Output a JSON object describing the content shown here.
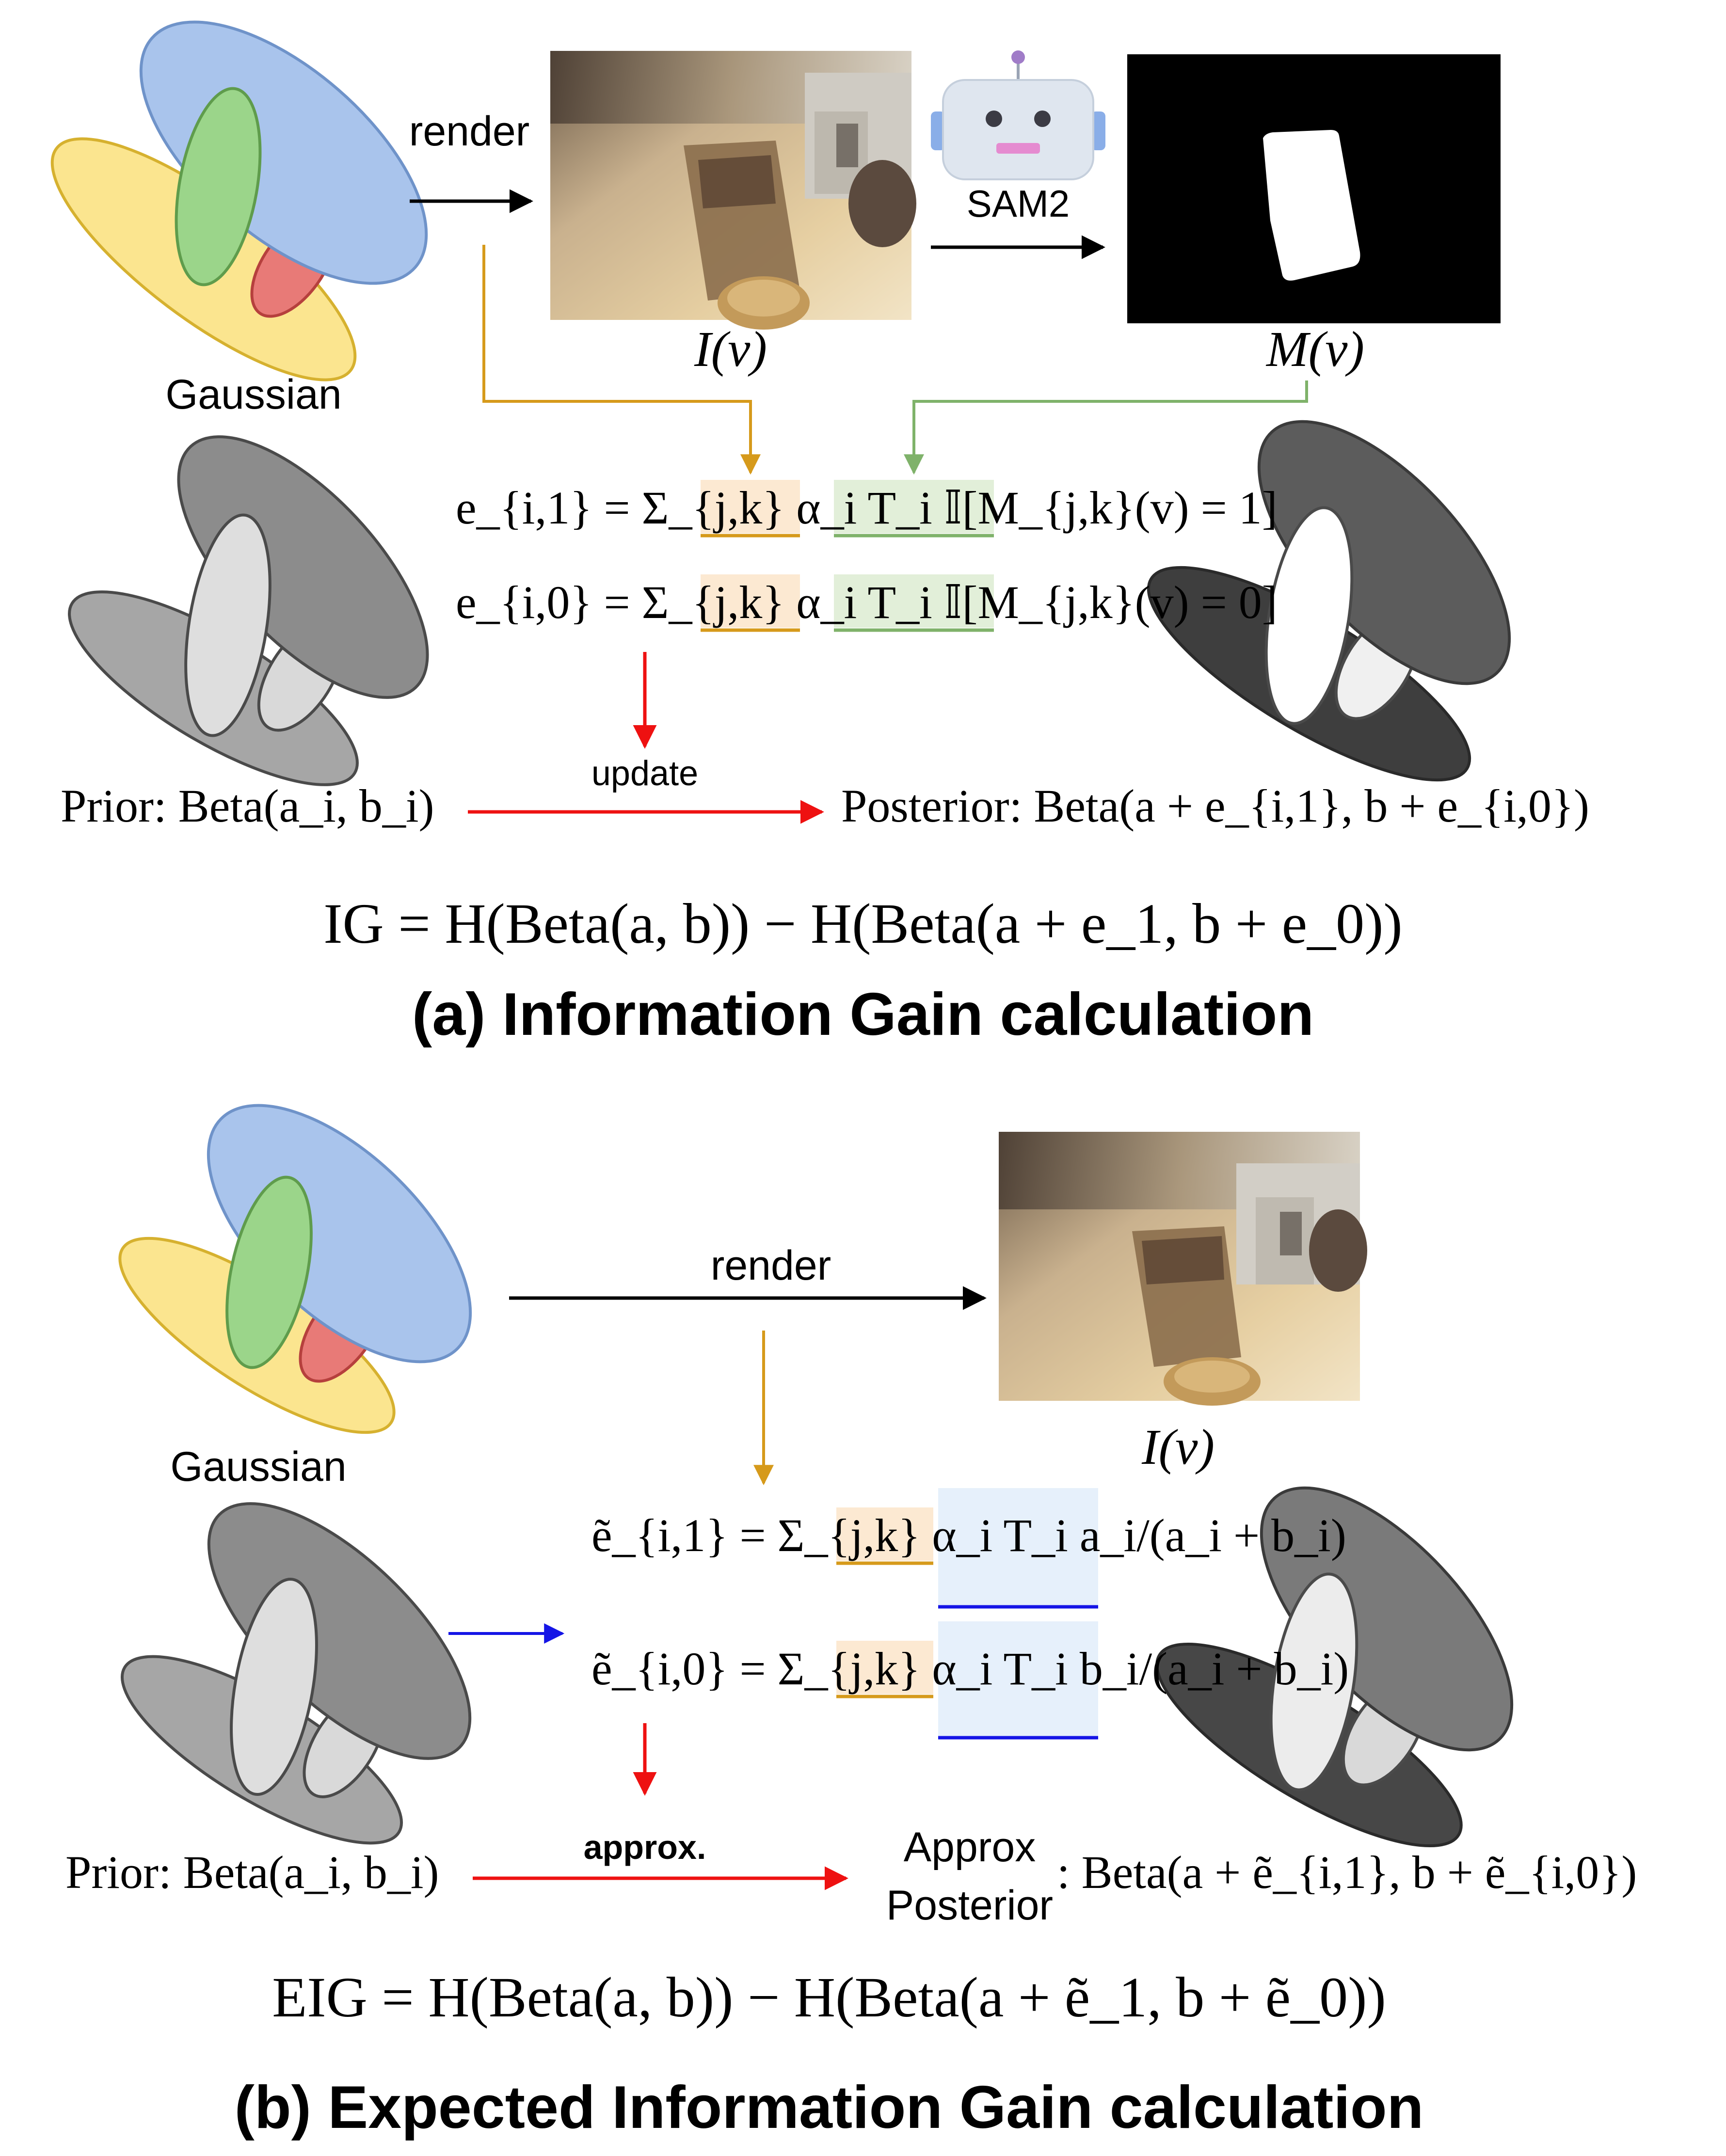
{
  "panel_a": {
    "gaussian_label": "Gaussian",
    "render_label": "render",
    "sam_label": "SAM2",
    "image_label": "I(v)",
    "mask_label": "M(v)",
    "eq1": "e_{i,1} = Σ_{j,k} α_i T_i 𝕀[M_{j,k}(v) = 1]",
    "eq2": "e_{i,0} = Σ_{j,k} α_i T_i 𝕀[M_{j,k}(v) = 0]",
    "update_label": "update",
    "prior_label": "Prior: Beta(a_i, b_i)",
    "posterior_label": "Posterior: Beta(a + e_{i,1}, b + e_{i,0})",
    "ig_formula": "IG = H(Beta(a, b)) − H(Beta(a + e_1, b + e_0))",
    "caption": "(a) Information Gain calculation"
  },
  "panel_b": {
    "gaussian_label": "Gaussian",
    "render_label": "render",
    "image_label": "I(v)",
    "eq1": "ẽ_{i,1} = Σ_{j,k} α_i T_i a_i/(a_i + b_i)",
    "eq2": "ẽ_{i,0} = Σ_{j,k} α_i T_i b_i/(a_i + b_i)",
    "approx_label": "approx.",
    "prior_label": "Prior: Beta(a_i, b_i)",
    "approx_posterior_line1": "Approx",
    "approx_posterior_line2": "Posterior",
    "approx_posterior_formula": ": Beta(a + ẽ_{i,1}, b + ẽ_{i,0})",
    "eig_formula": "EIG = H(Beta(a, b)) − H(Beta(a + ẽ_1, b + ẽ_0))",
    "caption": "(b) Expected Information Gain calculation"
  },
  "colors": {
    "gaussian_blue": "#a9c4ec",
    "gaussian_green": "#9bd58a",
    "gaussian_red": "#e87a77",
    "gaussian_yellow": "#fbe58f",
    "arrow_orange": "#d69a1b",
    "arrow_green": "#7fb26a",
    "arrow_red": "#ee1111",
    "arrow_blue": "#1515e6",
    "highlight_orange": "#fce9d2",
    "highlight_green": "#e2efd9",
    "highlight_blue": "#e6f0fb"
  }
}
